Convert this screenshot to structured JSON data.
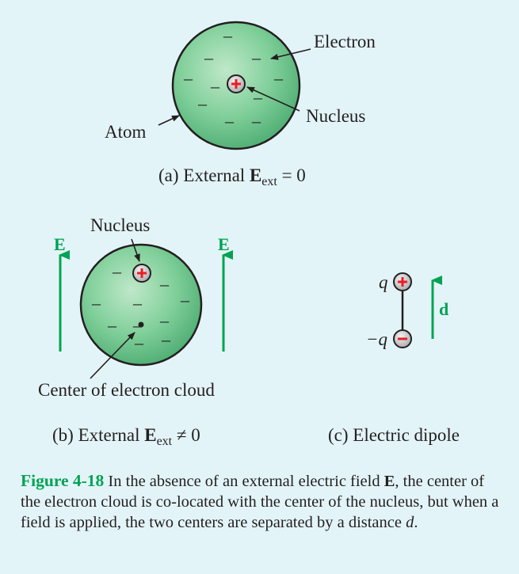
{
  "panel_a": {
    "label_electron": "Electron",
    "label_nucleus": "Nucleus",
    "label_atom": "Atom",
    "caption_prefix": "(a) External ",
    "caption_E": "E",
    "caption_sub": "ext",
    "caption_suffix": " = 0"
  },
  "panel_b": {
    "label_nucleus": "Nucleus",
    "label_E_left": "E",
    "label_E_right": "E",
    "label_center": "Center of electron cloud",
    "caption_prefix": "(b) External ",
    "caption_E": "E",
    "caption_sub": "ext",
    "caption_suffix": " ≠ 0"
  },
  "panel_c": {
    "label_q": "q",
    "label_minus_q": "−q",
    "label_d": "d",
    "caption": "(c)  Electric dipole"
  },
  "minus_glyph": "–",
  "caption": {
    "figure_number": "Figure 4-18",
    "text_1": "  In the absence of an external electric field ",
    "bold_E": "E",
    "text_2": ", the center of the electron cloud is co-located with the center of the nucleus, but when a field is applied, the two centers are separated by a distance ",
    "italic_d": "d",
    "text_3": "."
  },
  "colors": {
    "background": "#e3f4f8",
    "accent_green": "#00a352",
    "charge_red": "#ed1c24",
    "sphere_green": "#7fcf98"
  }
}
